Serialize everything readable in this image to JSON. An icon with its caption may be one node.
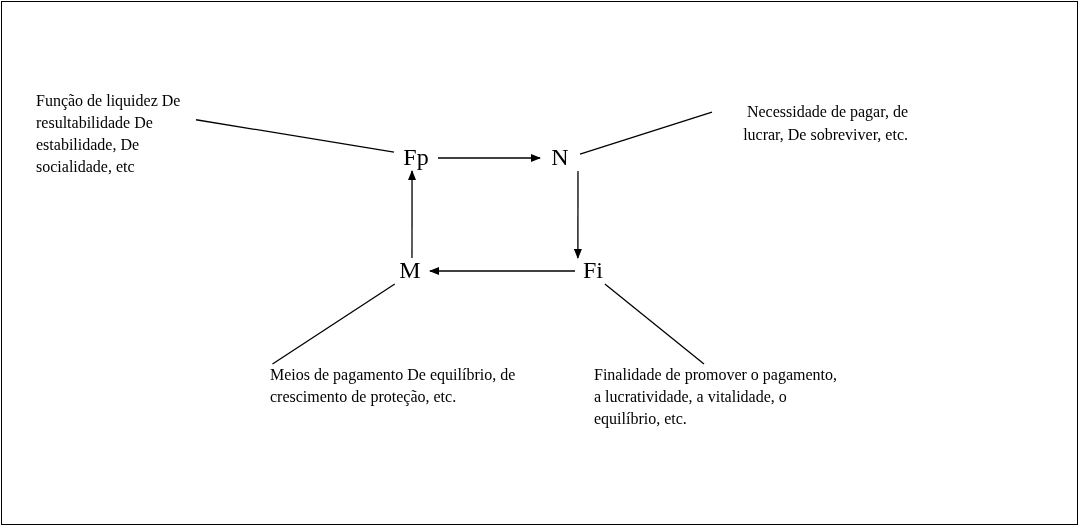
{
  "diagram": {
    "nodes": [
      {
        "text": [
          "Fp"
        ]
      },
      {
        "text": [
          "N"
        ]
      },
      {
        "text": [
          "Fi"
        ]
      },
      {
        "text": [
          "M"
        ]
      },
      {
        "text": [
          "Função de liquidez De resultabilidade De estabilidade, De socialidade, etc"
        ]
      },
      {
        "text": [
          "Necessidade de pagar, de lucrar, De sobreviver, etc."
        ]
      },
      {
        "text": [
          "Meios de pagamento De equilíbrio, de crescimento de proteção, etc."
        ]
      },
      {
        "text": [
          "Finalidade de promover o pagamento, a lucratividade, a vitalidade, o equilíbrio, etc."
        ]
      }
    ],
    "edges": [
      {
        "from": 0,
        "to": 1,
        "arrow": "to"
      },
      {
        "from": 1,
        "to": 2,
        "arrow": "to"
      },
      {
        "from": 2,
        "to": 3,
        "arrow": "to"
      },
      {
        "from": 3,
        "to": 0,
        "arrow": "to"
      },
      {
        "from": 4,
        "to": 0,
        "arrow": "none"
      },
      {
        "from": 5,
        "to": 1,
        "arrow": "none"
      },
      {
        "from": 6,
        "to": 3,
        "arrow": "none"
      },
      {
        "from": 7,
        "to": 2,
        "arrow": "none"
      }
    ]
  }
}
